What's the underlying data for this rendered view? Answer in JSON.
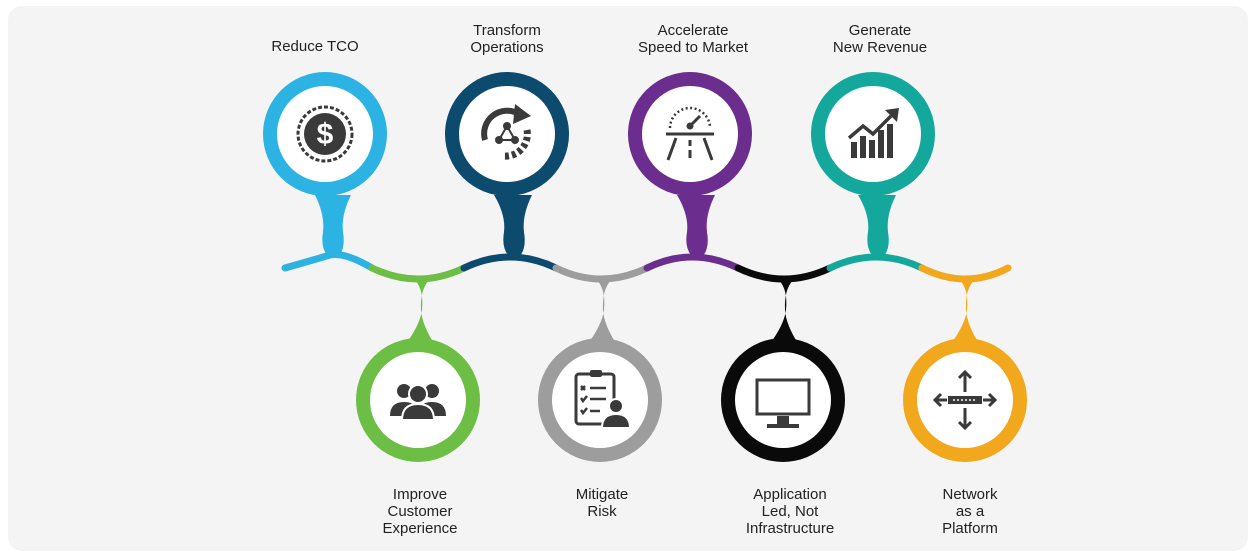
{
  "colors": {
    "reduce_tco": "#2cb3e4",
    "transform_operations": "#0c4a6e",
    "accelerate_speed": "#6b2d8e",
    "generate_revenue": "#14a89c",
    "improve_customer_experience": "#6cbe45",
    "mitigate_risk": "#9d9d9d",
    "application_led": "#0a0a0a",
    "network_platform": "#f2a81d",
    "icon": "#3a3a3a"
  },
  "top_items": [
    {
      "label": "Reduce TCO",
      "icon": "dollar-icon"
    },
    {
      "label": "Transform\nOperations",
      "icon": "operations-cycle-icon"
    },
    {
      "label": "Accelerate\nSpeed to Market",
      "icon": "speedometer-road-icon"
    },
    {
      "label": "Generate\nNew Revenue",
      "icon": "growth-chart-icon"
    }
  ],
  "bottom_items": [
    {
      "label": "Improve\nCustomer\nExperience",
      "icon": "people-group-icon"
    },
    {
      "label": "Mitigate\nRisk",
      "icon": "checklist-person-icon"
    },
    {
      "label": "Application\nLed, Not\nInfrastructure",
      "icon": "monitor-icon"
    },
    {
      "label": "Network\nas a\nPlatform",
      "icon": "network-arrows-icon"
    }
  ]
}
